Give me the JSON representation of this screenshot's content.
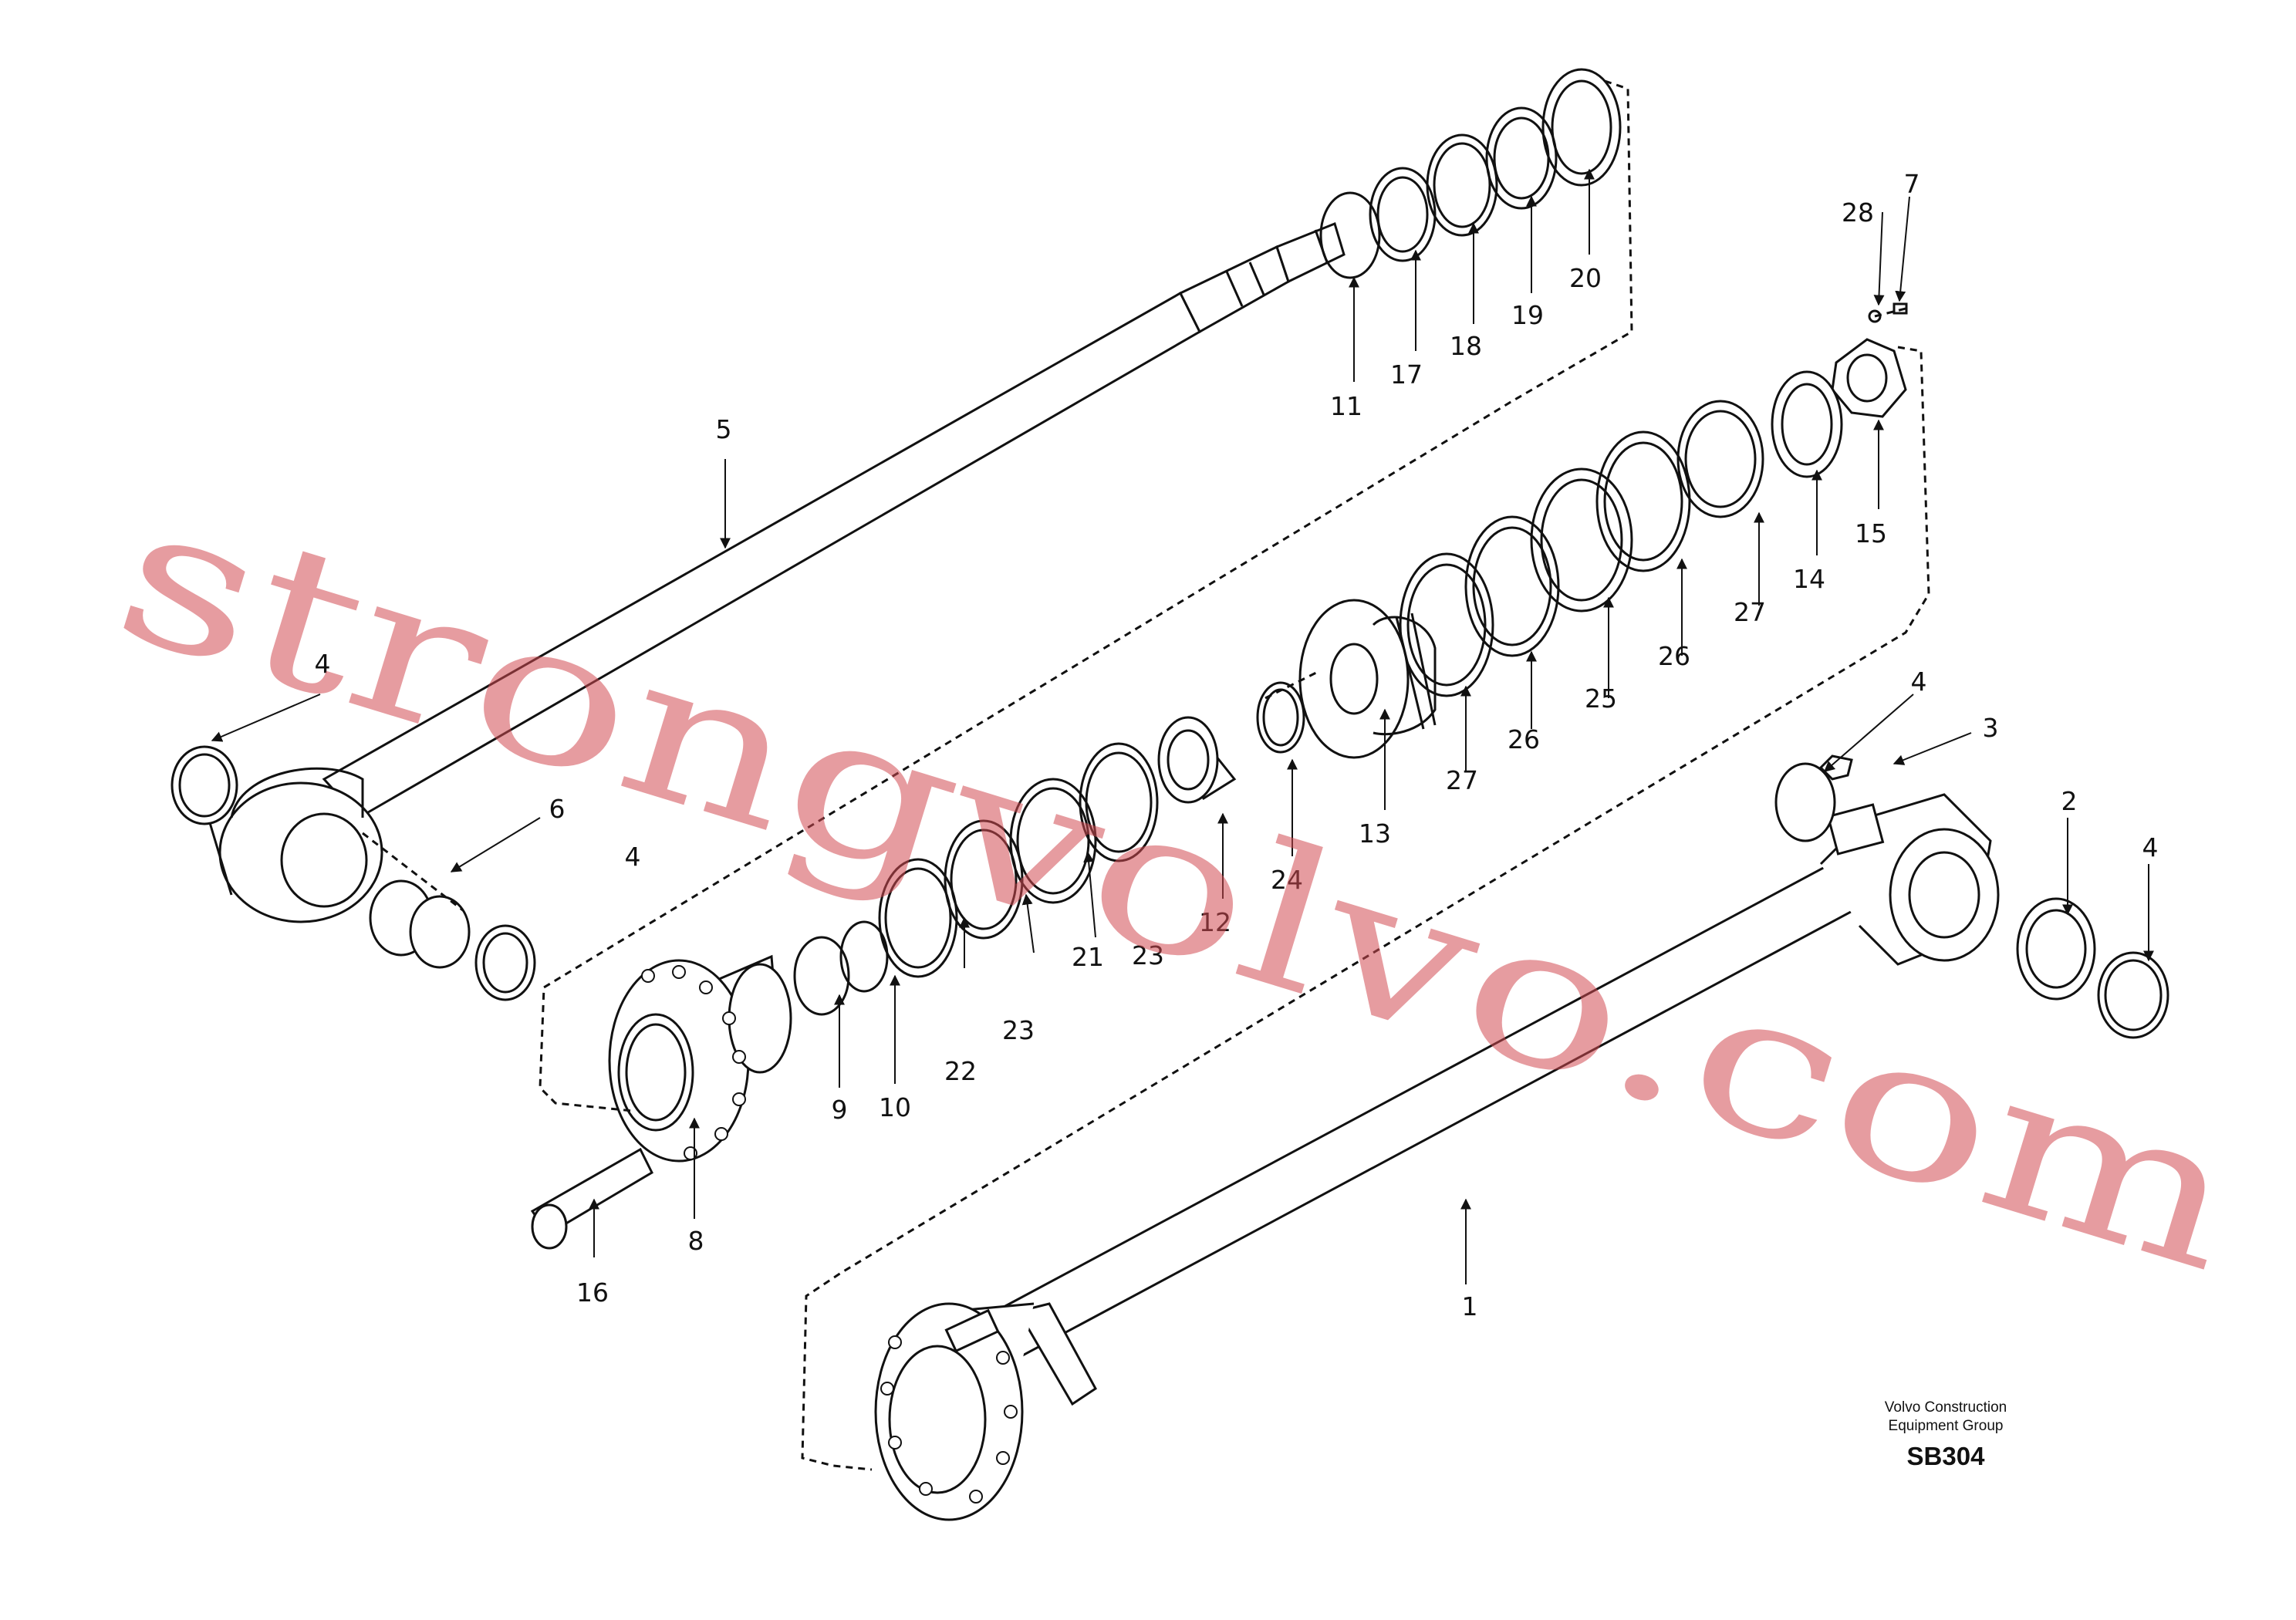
{
  "watermark": "strongvolvo.com",
  "brand": {
    "line1": "Volvo Construction",
    "line2": "Equipment Group",
    "code": "SB304"
  },
  "callouts": [
    "1",
    "2",
    "3",
    "4",
    "5",
    "6",
    "7",
    "8",
    "9",
    "10",
    "11",
    "12",
    "13",
    "14",
    "15",
    "16",
    "17",
    "18",
    "19",
    "20",
    "21",
    "22",
    "23",
    "24",
    "25",
    "26",
    "27",
    "28"
  ],
  "colors": {
    "line": "#111111",
    "watermark": "#d24a52"
  }
}
